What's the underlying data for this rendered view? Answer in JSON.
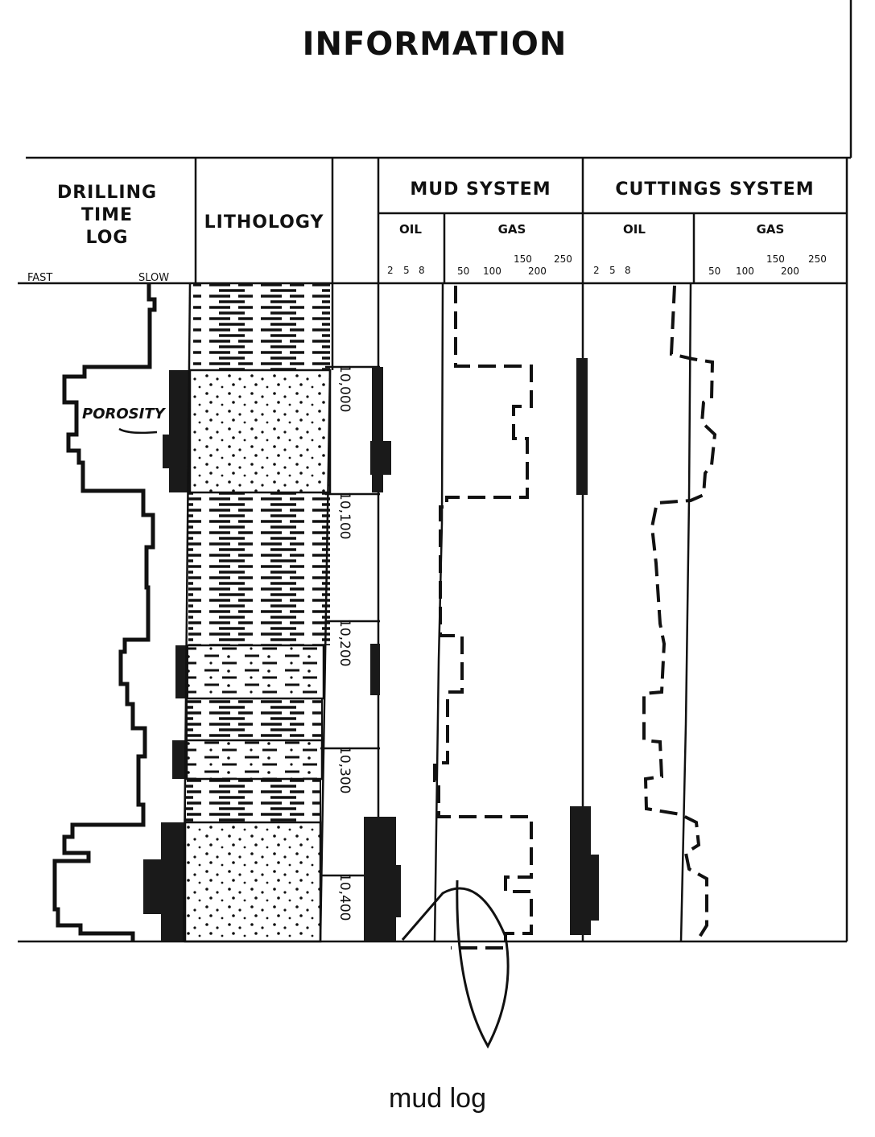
{
  "title": "INFORMATION",
  "caption": "mud log",
  "columns": {
    "drilling": {
      "line1": "DRILLING",
      "line2": "TIME",
      "line3": "LOG",
      "fast": "FAST",
      "slow": "SLOW"
    },
    "lithology": "LITHOLOGY",
    "mud_system": "MUD SYSTEM",
    "cuttings_system": "CUTTINGS SYSTEM",
    "oil": "OIL",
    "gas": "GAS"
  },
  "oil_scale": [
    "2",
    "5",
    "8"
  ],
  "gas_scale": [
    "50",
    "100",
    "150",
    "200",
    "250"
  ],
  "annotation": "POROSITY",
  "depths": [
    "10,000",
    "10,100",
    "10,200",
    "10,300",
    "10,400"
  ],
  "colors": {
    "ink": "#111111",
    "paper": "#ffffff"
  }
}
